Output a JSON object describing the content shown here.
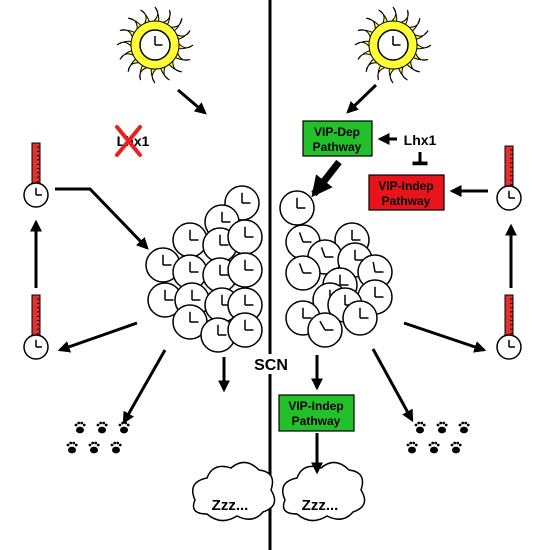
{
  "labels": {
    "scn": "SCN",
    "lhx1_left": "Lhx1",
    "lhx1_right": "Lhx1",
    "vip_dep_line1": "VIP-Dep",
    "vip_dep_line2": "Pathway",
    "vip_indep_top_line1": "VIP-Indep",
    "vip_indep_top_line2": "Pathway",
    "vip_indep_bottom_line1": "VIP-Indep",
    "vip_indep_bottom_line2": "Pathway",
    "sleep_left": "Zzz...",
    "sleep_right": "Zzz..."
  },
  "colors": {
    "pathway_green": "#22c02a",
    "pathway_red": "#e8141c",
    "sun_yellow": "#ffff33",
    "thermo_red": "#e03030",
    "cross_red": "#e82020",
    "line": "#000000"
  },
  "icons": [
    "sun-icon",
    "clock-icon",
    "thermometer-icon",
    "paw-print-icon",
    "cloud-icon",
    "cross-icon"
  ]
}
